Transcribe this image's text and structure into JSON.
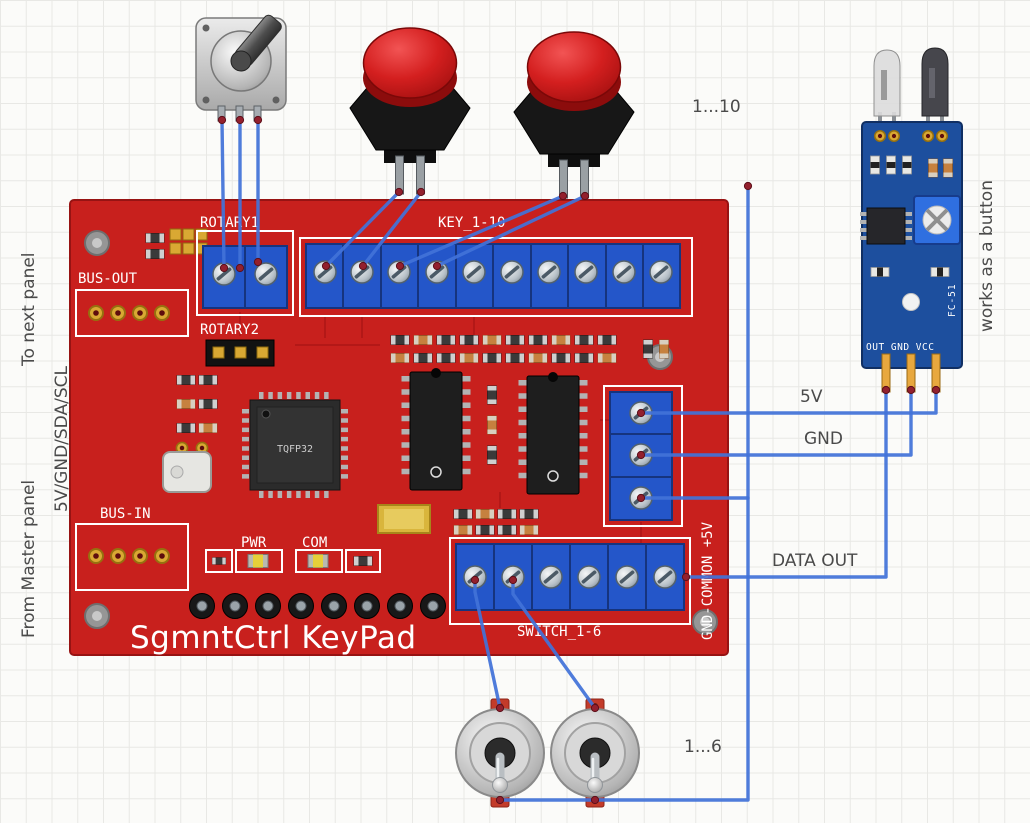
{
  "colors": {
    "board_red": "#c8201d",
    "wire_blue": "#4272d8",
    "terminal_blue": "#2456c9",
    "module_blue": "#1d4f9e",
    "silkscreen_white": "#ffffff",
    "annotation_gray": "#4a4a4a"
  },
  "board": {
    "title": "SgmntCtrl KeyPad",
    "labels": {
      "bus_out": "BUS-OUT",
      "rotary1": "ROTARY1",
      "rotary2": "ROTARY2",
      "key_block": "KEY_1-10",
      "bus_in": "BUS-IN",
      "pwr": "PWR",
      "com": "COM",
      "switch_block": "SWITCH_1-6",
      "gnd_common": "GND-COMMON +5V",
      "mcu": "TQFP32"
    }
  },
  "ir_module": {
    "model": "FC-51",
    "pin_labels": "OUT GND VCC"
  },
  "annotations": {
    "key_range": "1...10",
    "switch_range": "1...6",
    "works_as_button": "works as a button",
    "to_next_panel": "To next panel",
    "bus_signals": "5V/GND/SDA/SCL",
    "from_master_panel": "From Master panel",
    "label_5v": "5V",
    "label_gnd": "GND",
    "label_data_out": "DATA OUT"
  }
}
